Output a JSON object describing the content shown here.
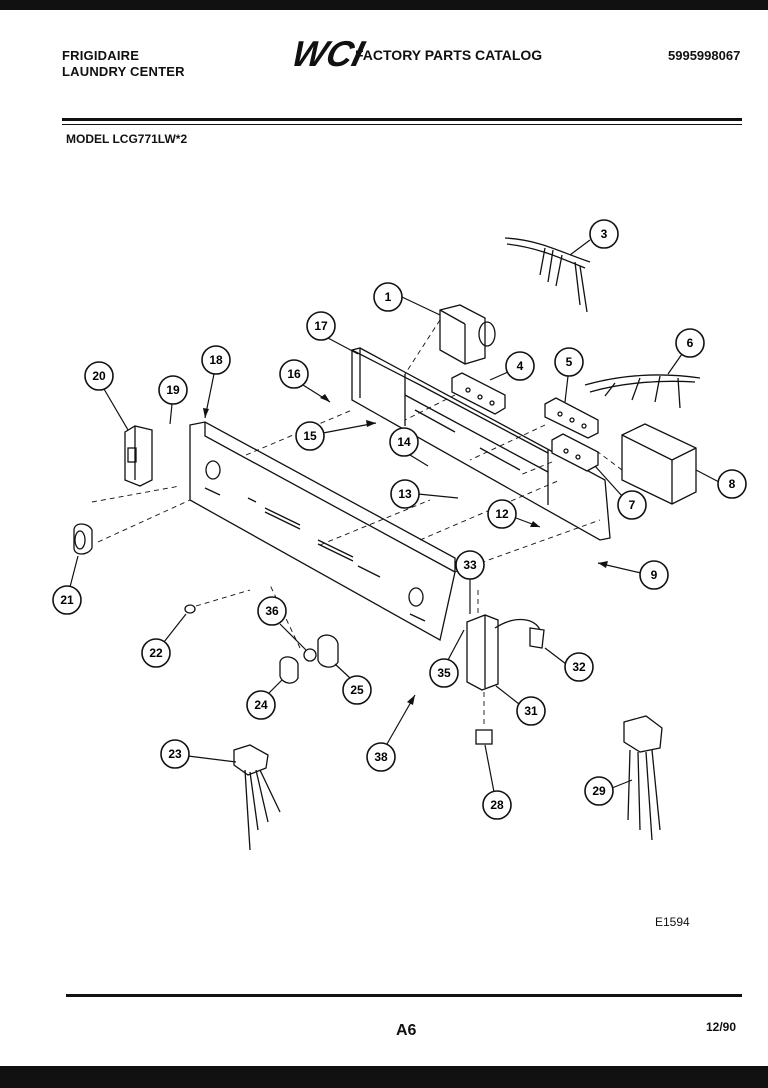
{
  "header": {
    "brand_line1": "FRIGIDAIRE",
    "brand_line2": "LAUNDRY CENTER",
    "logo_text": "WCI",
    "catalog_title": "FACTORY PARTS CATALOG",
    "part_number": "5995998067",
    "model": "MODEL LCG771LW*2"
  },
  "callouts": [
    {
      "label": "1"
    },
    {
      "label": "3"
    },
    {
      "label": "4"
    },
    {
      "label": "5"
    },
    {
      "label": "6"
    },
    {
      "label": "7"
    },
    {
      "label": "8"
    },
    {
      "label": "9"
    },
    {
      "label": "12"
    },
    {
      "label": "13"
    },
    {
      "label": "14"
    },
    {
      "label": "15"
    },
    {
      "label": "16"
    },
    {
      "label": "17"
    },
    {
      "label": "18"
    },
    {
      "label": "19"
    },
    {
      "label": "20"
    },
    {
      "label": "21"
    },
    {
      "label": "22"
    },
    {
      "label": "23"
    },
    {
      "label": "24"
    },
    {
      "label": "25"
    },
    {
      "label": "28"
    },
    {
      "label": "29"
    },
    {
      "label": "31"
    },
    {
      "label": "32"
    },
    {
      "label": "33"
    },
    {
      "label": "35"
    },
    {
      "label": "36"
    },
    {
      "label": "38"
    }
  ],
  "footer": {
    "figure_code": "E1594",
    "page": "A6",
    "date": "12/90"
  }
}
